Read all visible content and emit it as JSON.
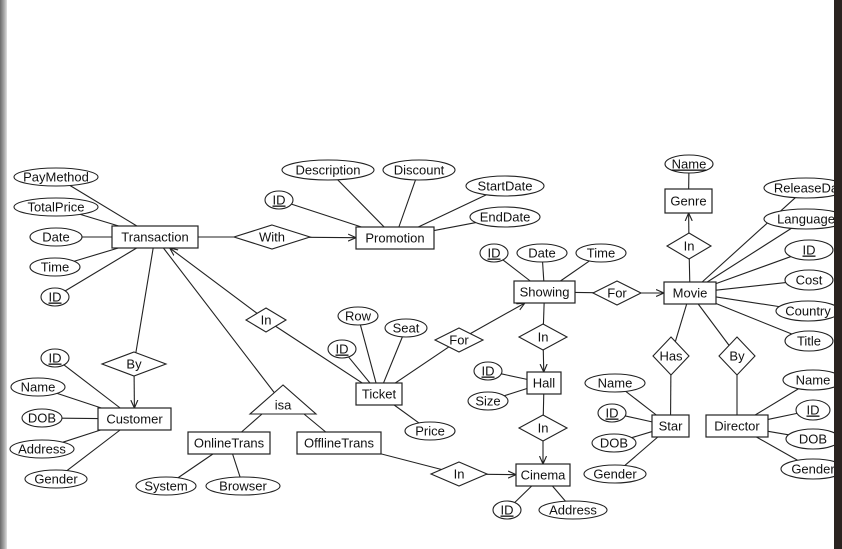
{
  "entities": [
    {
      "id": "transaction",
      "label": "Transaction"
    },
    {
      "id": "promotion",
      "label": "Promotion"
    },
    {
      "id": "customer",
      "label": "Customer"
    },
    {
      "id": "ticket",
      "label": "Ticket"
    },
    {
      "id": "showing",
      "label": "Showing"
    },
    {
      "id": "hall",
      "label": "Hall"
    },
    {
      "id": "cinema",
      "label": "Cinema"
    },
    {
      "id": "movie",
      "label": "Movie"
    },
    {
      "id": "genre",
      "label": "Genre"
    },
    {
      "id": "star",
      "label": "Star"
    },
    {
      "id": "director",
      "label": "Director"
    },
    {
      "id": "onlinetrans",
      "label": "OnlineTrans"
    },
    {
      "id": "offlinetrans",
      "label": "OfflineTrans"
    }
  ],
  "relationships": [
    {
      "id": "with",
      "label": "With"
    },
    {
      "id": "by-customer",
      "label": "By"
    },
    {
      "id": "in-ticket",
      "label": "In"
    },
    {
      "id": "for-ticket",
      "label": "For"
    },
    {
      "id": "for-showing",
      "label": "For"
    },
    {
      "id": "in-showing-hall",
      "label": "In"
    },
    {
      "id": "in-hall-cinema",
      "label": "In"
    },
    {
      "id": "in-offline-cinema",
      "label": "In"
    },
    {
      "id": "in-genre",
      "label": "In"
    },
    {
      "id": "has",
      "label": "Has"
    },
    {
      "id": "by-director",
      "label": "By"
    }
  ],
  "isa": {
    "label": "isa"
  },
  "attributes": [
    {
      "id": "paymethod",
      "label": "PayMethod",
      "key": false
    },
    {
      "id": "totalprice",
      "label": "TotalPrice",
      "key": false
    },
    {
      "id": "tr-date",
      "label": "Date",
      "key": false
    },
    {
      "id": "tr-time",
      "label": "Time",
      "key": false
    },
    {
      "id": "tr-id",
      "label": "ID",
      "key": true
    },
    {
      "id": "description",
      "label": "Description",
      "key": false
    },
    {
      "id": "discount",
      "label": "Discount",
      "key": false
    },
    {
      "id": "startdate",
      "label": "StartDate",
      "key": false
    },
    {
      "id": "enddate",
      "label": "EndDate",
      "key": false
    },
    {
      "id": "promo-id",
      "label": "ID",
      "key": true
    },
    {
      "id": "cu-id",
      "label": "ID",
      "key": true
    },
    {
      "id": "cu-name",
      "label": "Name",
      "key": false
    },
    {
      "id": "cu-dob",
      "label": "DOB",
      "key": false
    },
    {
      "id": "cu-address",
      "label": "Address",
      "key": false
    },
    {
      "id": "cu-gender",
      "label": "Gender",
      "key": false
    },
    {
      "id": "row",
      "label": "Row",
      "key": false
    },
    {
      "id": "seat",
      "label": "Seat",
      "key": false
    },
    {
      "id": "tk-id",
      "label": "ID",
      "key": true
    },
    {
      "id": "price",
      "label": "Price",
      "key": false
    },
    {
      "id": "sh-id",
      "label": "ID",
      "key": true
    },
    {
      "id": "sh-date",
      "label": "Date",
      "key": false
    },
    {
      "id": "sh-time",
      "label": "Time",
      "key": false
    },
    {
      "id": "hall-id",
      "label": "ID",
      "key": true
    },
    {
      "id": "size",
      "label": "Size",
      "key": false
    },
    {
      "id": "ci-id",
      "label": "ID",
      "key": true
    },
    {
      "id": "ci-address",
      "label": "Address",
      "key": false
    },
    {
      "id": "system",
      "label": "System",
      "key": false
    },
    {
      "id": "browser",
      "label": "Browser",
      "key": false
    },
    {
      "id": "genre-name",
      "label": "Name",
      "key": true
    },
    {
      "id": "releasedate",
      "label": "ReleaseDa",
      "key": false
    },
    {
      "id": "language",
      "label": "Language",
      "key": false
    },
    {
      "id": "mv-id",
      "label": "ID",
      "key": true
    },
    {
      "id": "cost",
      "label": "Cost",
      "key": false
    },
    {
      "id": "country",
      "label": "Country",
      "key": false
    },
    {
      "id": "title",
      "label": "Title",
      "key": false
    },
    {
      "id": "st-name",
      "label": "Name",
      "key": false
    },
    {
      "id": "st-id",
      "label": "ID",
      "key": true
    },
    {
      "id": "st-dob",
      "label": "DOB",
      "key": false
    },
    {
      "id": "st-gender",
      "label": "Gender",
      "key": false
    },
    {
      "id": "di-name",
      "label": "Name",
      "key": false
    },
    {
      "id": "di-id",
      "label": "ID",
      "key": true
    },
    {
      "id": "di-dob",
      "label": "DOB",
      "key": false
    },
    {
      "id": "di-gender",
      "label": "Gender",
      "key": false
    }
  ]
}
